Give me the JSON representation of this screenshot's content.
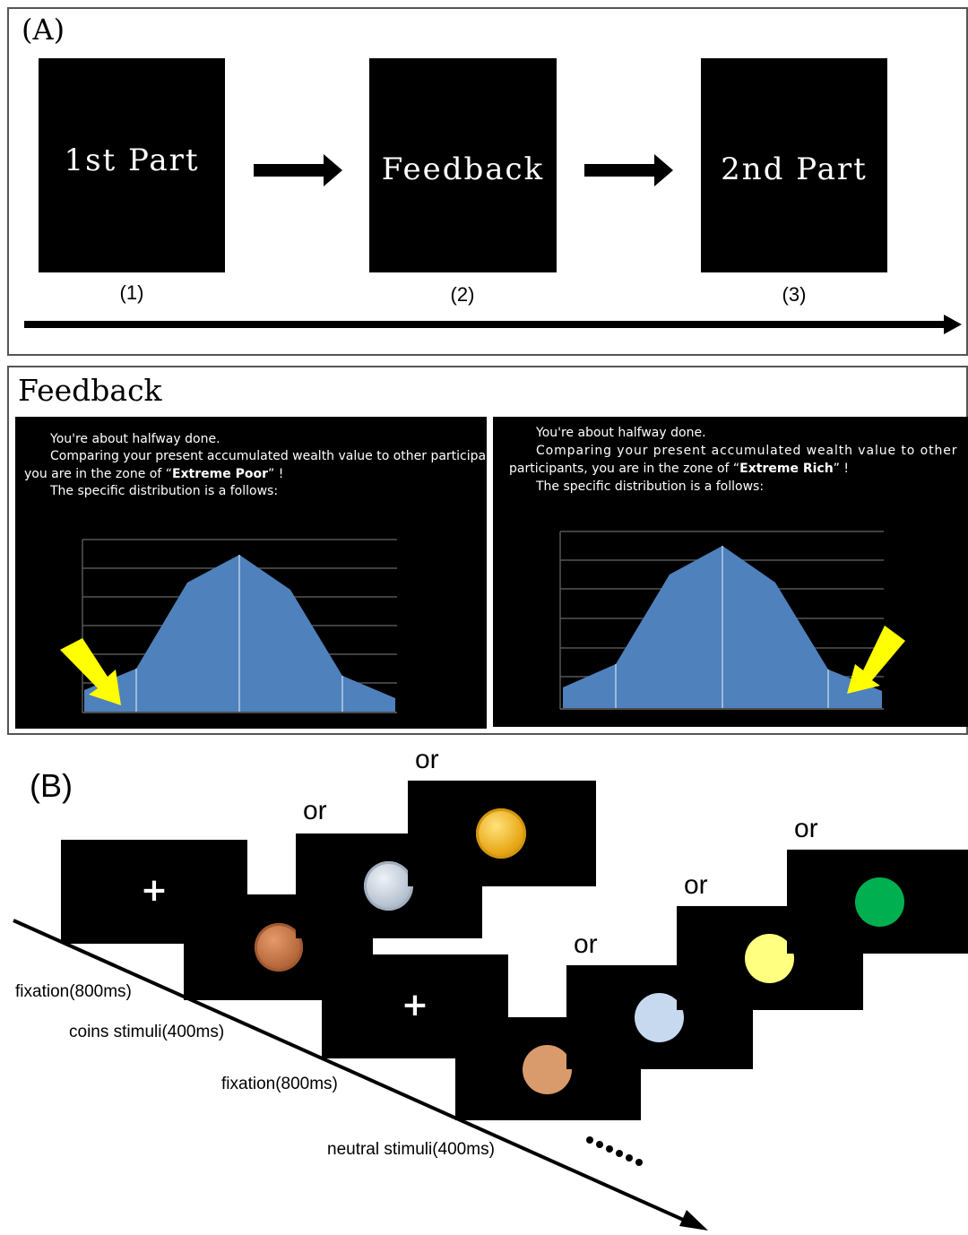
{
  "panel_a": {
    "label": "(A)",
    "steps": [
      {
        "screen_text": "1st Part",
        "caption": "(1)"
      },
      {
        "screen_text": "Feedback",
        "caption": "(2)"
      },
      {
        "screen_text": "2nd Part",
        "caption": "(3)"
      }
    ]
  },
  "feedback_panel": {
    "title": "Feedback",
    "left": {
      "line1": "You're about halfway done.",
      "line2": "Comparing your present accumulated wealth value to other participants,",
      "line3_prefix": "you are in the zone of “",
      "line3_zone": "Extreme Poor",
      "line3_suffix": "” !",
      "line4": "The specific distribution is a follows:"
    },
    "right": {
      "line1": "You're about halfway done.",
      "line2": "Comparing your present accumulated wealth value to other",
      "line3_prefix": "participants,  you are in the zone of “",
      "line3_zone": "Extreme Rich",
      "line3_suffix": "” !",
      "line4": "The specific distribution is a follows:"
    },
    "distribution_color": "#4f81bd",
    "arrow_color": "#ffff00"
  },
  "panel_b": {
    "label": "(B)",
    "or_labels": [
      "or",
      "or",
      "or",
      "or",
      "or"
    ],
    "fixation_symbol": "+",
    "coin_colors": {
      "bronze": "#b86a3d",
      "silver": "#b9c4d2",
      "gold": "#e8a818"
    },
    "neutral_colors": {
      "tan": "#d99a6c",
      "lightblue": "#c6d9ee",
      "yellow": "#ffff80",
      "green": "#00b050"
    },
    "timeline_labels": [
      "fixation(800ms)",
      "coins stimuli(400ms)",
      "fixation(800ms)",
      "neutral stimuli(400ms)"
    ],
    "ellipsis_icon": "dots-icon"
  }
}
